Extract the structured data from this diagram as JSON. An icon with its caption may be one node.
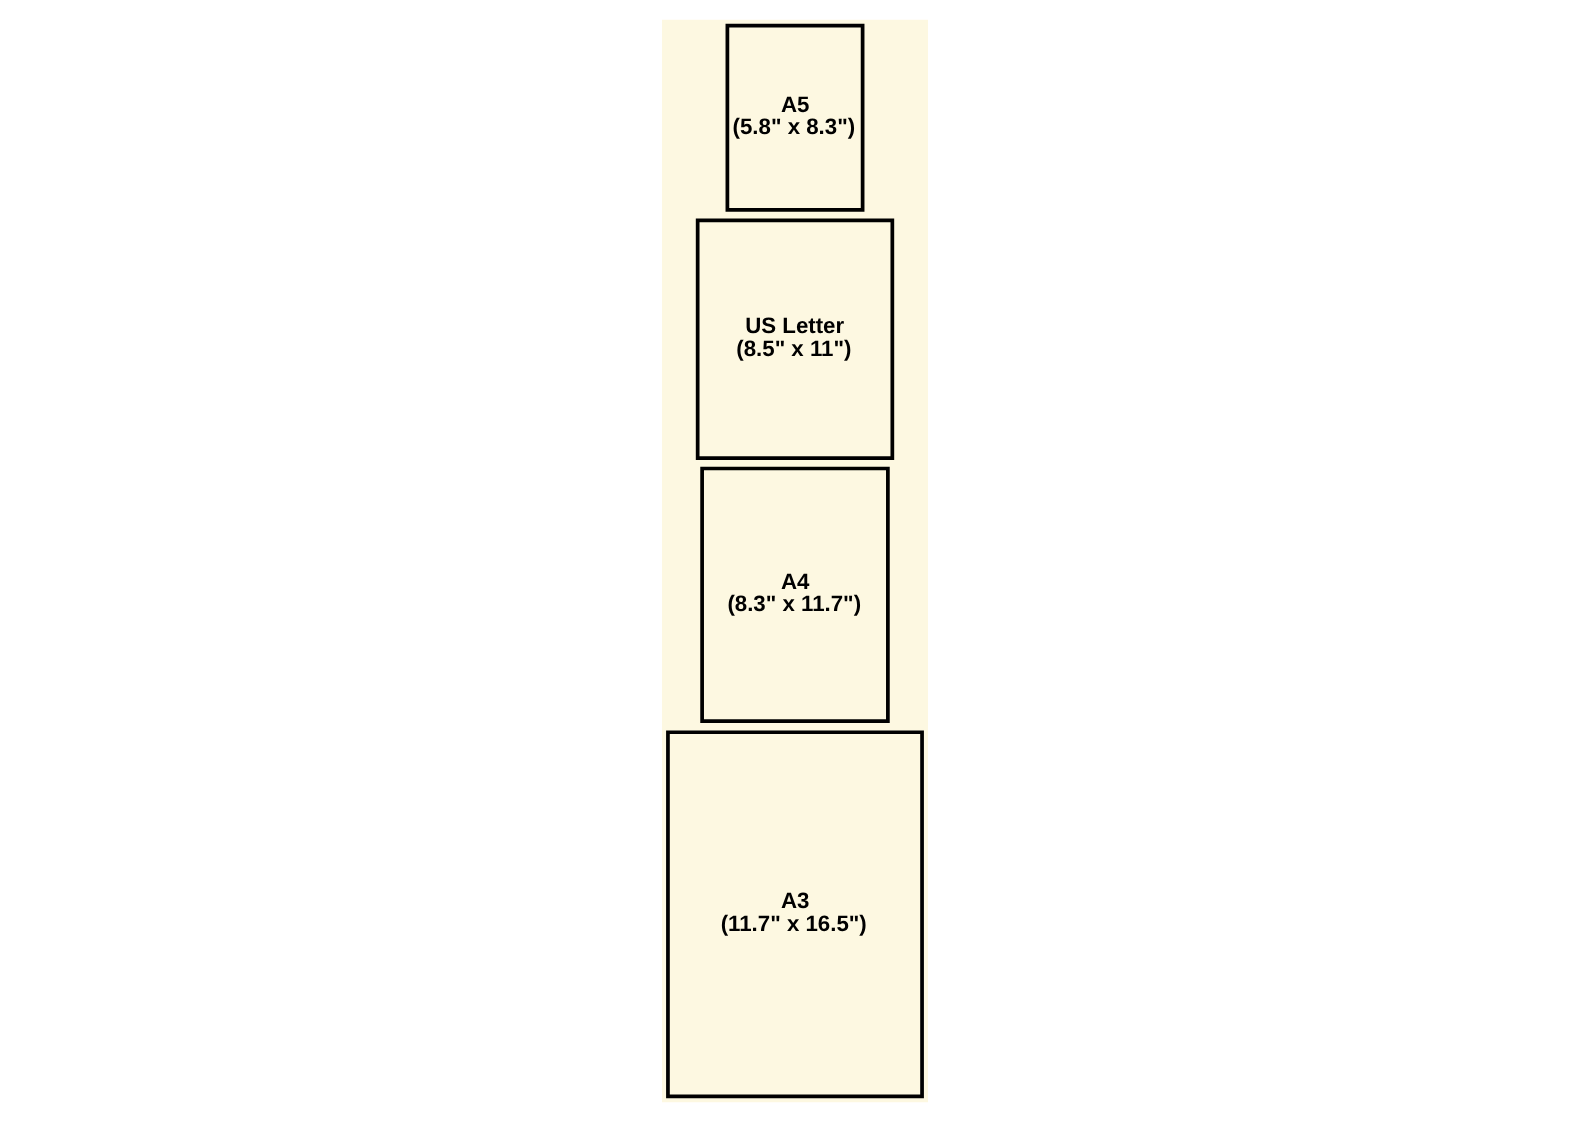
{
  "diagram": {
    "nodes": [
      {
        "text": [
          "A5",
          "(5.8\" x 8.3\")"
        ]
      },
      {
        "text": [
          "US Letter",
          "(8.5\" x 11\")"
        ]
      },
      {
        "text": [
          "A4",
          "(8.3\" x 11.7\")"
        ]
      },
      {
        "text": [
          "A3",
          "(11.7\" x 16.5\")"
        ]
      }
    ]
  }
}
